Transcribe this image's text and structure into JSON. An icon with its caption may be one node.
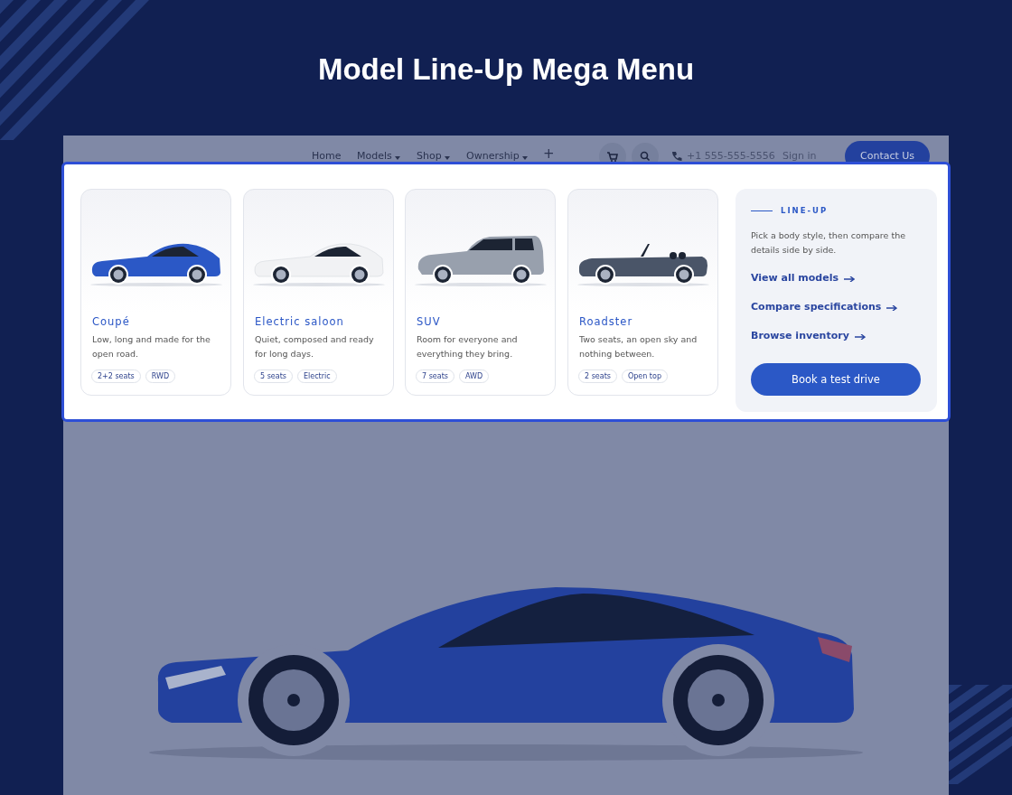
{
  "diagram": {
    "title": "Model Line-Up Mega Menu",
    "nodes": [
      {
        "text": [],
        "shape": "box"
      },
      {
        "text": [
          "Coupé",
          "Low, long and made for the open road."
        ],
        "in": 0
      },
      {
        "text": [
          "2+2 seats"
        ],
        "in": 1
      },
      {
        "text": [
          "RWD"
        ],
        "in": 1
      },
      {
        "text": [
          "Electric saloon",
          "Quiet, composed and ready for long days."
        ],
        "in": 0
      },
      {
        "text": [
          "5 seats"
        ],
        "in": 4
      },
      {
        "text": [
          "Electric"
        ],
        "in": 4
      },
      {
        "text": [
          "SUV",
          "Room for everyone and everything they bring."
        ],
        "in": 0
      },
      {
        "text": [
          "7 seats"
        ],
        "in": 7
      },
      {
        "text": [
          "AWD"
        ],
        "in": 7
      },
      {
        "text": [
          "Roadster",
          "Two seats, an open sky and nothing between."
        ],
        "in": 0
      },
      {
        "text": [
          "2 seats"
        ],
        "in": 10
      },
      {
        "text": [
          "Open top"
        ],
        "in": 10
      },
      {
        "text": [
          "LINE-UP",
          "Pick a body style, then compare the details side by side."
        ],
        "in": 0
      },
      {
        "text": [
          "View all models"
        ],
        "in": 13
      },
      {
        "text": [
          "Compare specifications"
        ],
        "in": 13
      },
      {
        "text": [
          "Browse inventory"
        ],
        "in": 13
      },
      {
        "text": [
          "Book a test drive"
        ],
        "in": 13
      }
    ],
    "edges": [],
    "labels": [
      "Home",
      "Models",
      "Shop",
      "Ownership",
      "+",
      "+1 555-555-5556",
      "Sign in",
      "Contact Us"
    ]
  }
}
